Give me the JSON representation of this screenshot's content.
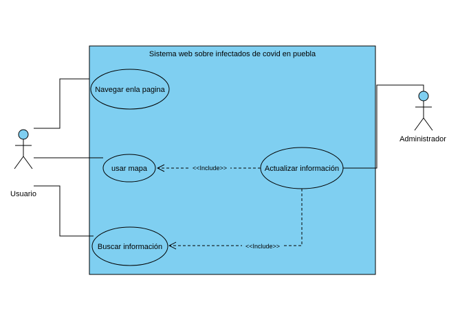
{
  "diagram": {
    "type": "uml-use-case",
    "colors": {
      "system_fill": "#7fcff1",
      "actor_head": "#7fcff1",
      "stroke": "#000000"
    },
    "system": {
      "title": "Sistema web sobre infectados de covid en puebla"
    },
    "use_cases": {
      "navegar": "Navegar enla pagina",
      "usar_mapa": "usar mapa",
      "actualizar": "Actualizar información",
      "buscar": "Buscar información"
    },
    "actors": {
      "usuario": "Usuario",
      "administrador": "Administrador"
    },
    "relations": {
      "include_mapa": "<<Include>>",
      "include_buscar": "<<Include>>"
    }
  }
}
